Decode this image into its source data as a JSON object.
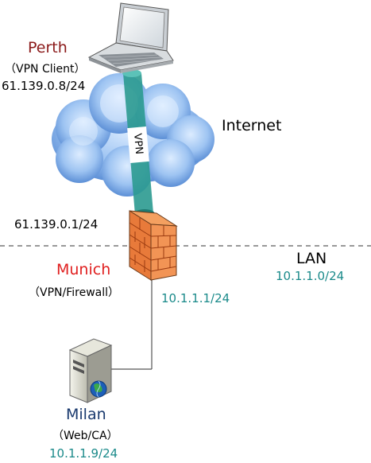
{
  "perth": {
    "name": "Perth",
    "role": "（VPN Client）",
    "ip": "61.139.0.8/24"
  },
  "internet_label": "Internet",
  "tunnel_label": "VPN",
  "munich": {
    "external_ip": "61.139.0.1/24",
    "name": "Munich",
    "role": "（VPN/Firewall）",
    "internal_ip": "10.1.1.1/24"
  },
  "lan": {
    "label": "LAN",
    "subnet": "10.1.1.0/24"
  },
  "milan": {
    "name": "Milan",
    "role": "（Web/CA）",
    "ip": "10.1.1.9/24"
  },
  "colors": {
    "perth_name": "#8b1a1a",
    "munich_name": "#e02020",
    "milan_name": "#1a3a6e",
    "ip_teal": "#1a8a8a",
    "tunnel": "#2b9a90",
    "firewall": "#e87a3a"
  }
}
